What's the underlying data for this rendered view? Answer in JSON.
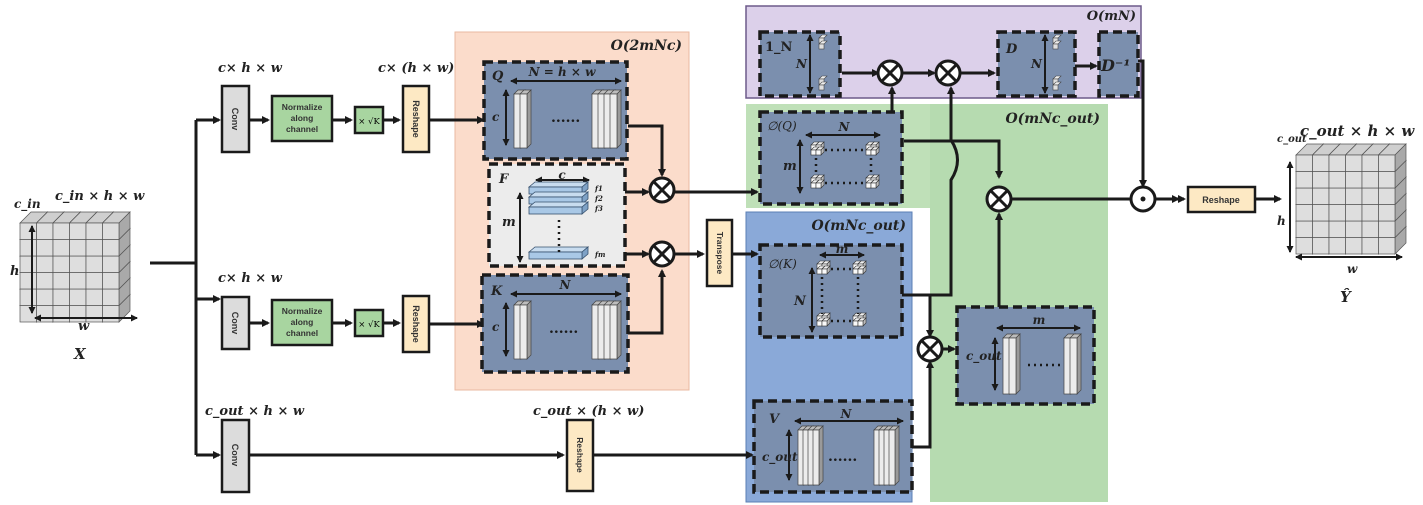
{
  "title": "Kernelized attention module architecture",
  "colors": {
    "orange_region": "#fbdccb",
    "purple_region": "#dcd0ea",
    "green_region": "#bfe0b8",
    "blue_region": "#8aa9d8",
    "matrix_box": "#7b8fae",
    "feature_box": "#ececec",
    "conv": "#dcdcdc",
    "normalize": "#a8d5a0",
    "reshape": "#fde9c4",
    "line": "#1a1a1a"
  },
  "input": {
    "label": "X",
    "dims": "c_in × h × w",
    "channel": "c_in",
    "height": "h",
    "width": "w"
  },
  "output": {
    "label": "Ŷ",
    "dims": "c_out × h × w",
    "channel": "c_out",
    "height": "h",
    "width": "w"
  },
  "branches": {
    "query": {
      "conv_label": "Conv",
      "conv_dims": "c× h × w",
      "normalize_label": [
        "Normalize",
        "along",
        "channel"
      ],
      "scale_label": "× √K",
      "reshape_label": "Reshape",
      "reshape_dims": "c× (h × w)"
    },
    "key": {
      "conv_label": "Conv",
      "conv_dims": "c× h × w",
      "normalize_label": [
        "Normalize",
        "along",
        "channel"
      ],
      "scale_label": "× √K",
      "reshape_label": "Reshape"
    },
    "value": {
      "conv_label": "Conv",
      "conv_dims": "c_out × h × w",
      "reshape_label": "Reshape",
      "reshape_dims": "c_out × (h × w)"
    }
  },
  "regions": {
    "orange": {
      "complexity": "O(2mNc)"
    },
    "purple": {
      "complexity": "O(mN)"
    },
    "green": {
      "complexity": "O(mNc_out)"
    },
    "blue": {
      "complexity": "O(mNc_out)"
    }
  },
  "matrices": {
    "Q": {
      "name": "Q",
      "width_label": "N = h × w",
      "height_label": "c"
    },
    "F": {
      "name": "F",
      "width_label": "c",
      "height_label": "m",
      "rows": [
        "f1",
        "f2",
        "f3",
        "fm"
      ]
    },
    "K": {
      "name": "K",
      "width_label": "N",
      "height_label": "c"
    },
    "phiQ": {
      "name": "∅(Q)",
      "width_label": "N",
      "height_label": "m"
    },
    "phiK": {
      "name": "∅(K)",
      "width_label": "m",
      "height_label": "N"
    },
    "V": {
      "name": "V",
      "width_label": "N",
      "height_label": "c_out"
    },
    "KV": {
      "width_label": "m",
      "height_label": "c_out"
    },
    "ones": {
      "name": "1_N",
      "height_label": "N"
    },
    "D": {
      "name": "D",
      "height_label": "N"
    },
    "Dinv": {
      "name": "D⁻¹"
    }
  },
  "operators": {
    "transpose_label": "Transpose",
    "output_reshape_label": "Reshape",
    "multiply_symbol": "⊗",
    "hadamard_symbol": "⊙"
  }
}
